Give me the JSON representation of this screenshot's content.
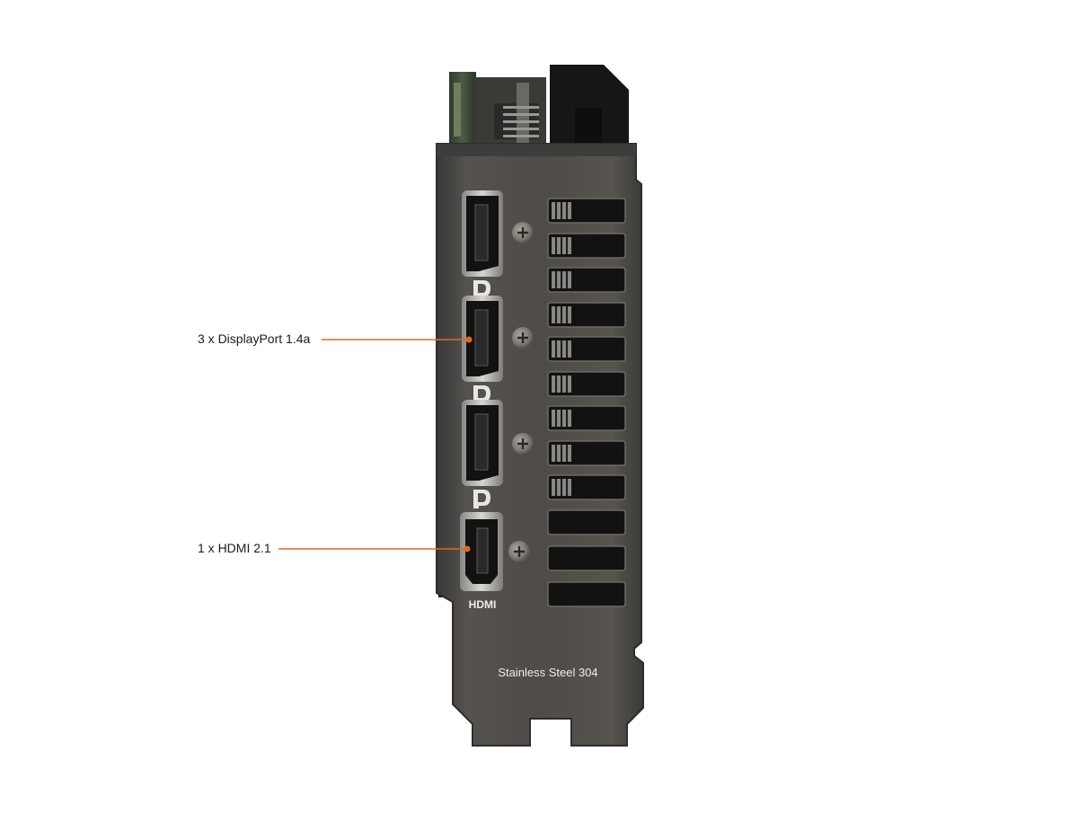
{
  "callouts": {
    "displayport": {
      "label": "3 x DisplayPort 1.4a"
    },
    "hdmi": {
      "label": "1 x HDMI 2.1"
    }
  },
  "bracket": {
    "engraving": "Stainless Steel 304",
    "hdmi_logo": "HDMI",
    "material_color": "#4a4846",
    "accent_color": "#e06a1b"
  },
  "ports": [
    {
      "type": "DisplayPort",
      "icon": "displayport-logo-icon"
    },
    {
      "type": "DisplayPort",
      "icon": "displayport-logo-icon"
    },
    {
      "type": "DisplayPort",
      "icon": "displayport-logo-icon"
    },
    {
      "type": "HDMI",
      "icon": "hdmi-logo-text"
    }
  ]
}
